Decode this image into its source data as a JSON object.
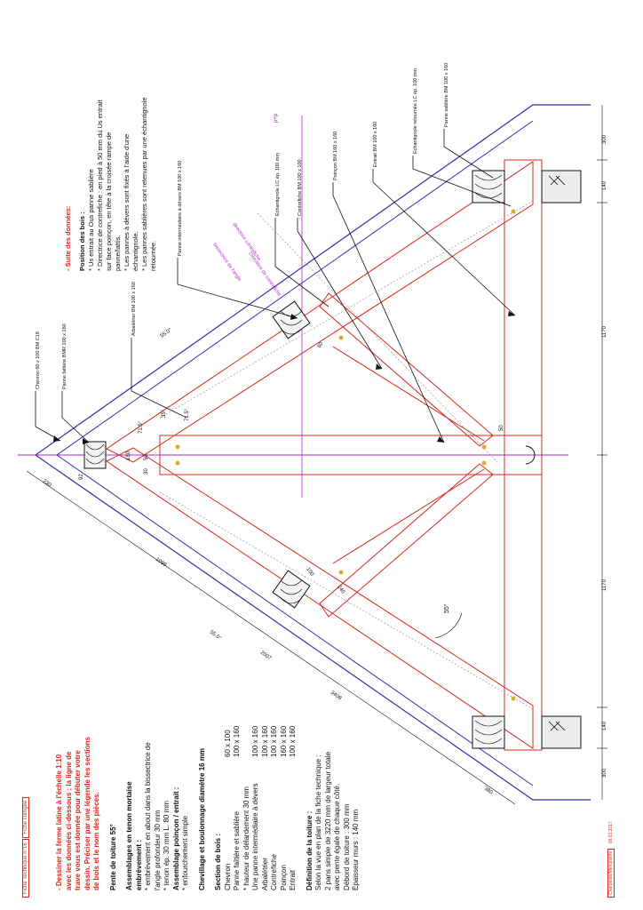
{
  "header": {
    "sheet_tag": "Fiche Technique n°16",
    "sheet_tag2": "Fiche corrigée",
    "footer_tag": "Charpente/Menuiserie",
    "footer_date": "09.03.2017"
  },
  "instructions": {
    "task_line1": "- Dessiner la ferme latine à l'échelle 1:10",
    "task_line2": "avec les données ci-dessous ; la ligne de",
    "task_line3": "trave vous est donnée pour débuter votre",
    "task_line4": "dessin. Préciser par une légende les sections",
    "task_line5": "de bois et le nom des pièces.",
    "slope_title": "Pente de toiture 55°",
    "assembly_title1": "Assemblages en tenon mortaise",
    "assembly_title2": "embrèvement :",
    "assembly_l1": "* embrèvement en about dans la bissectrice de",
    "assembly_l2": "l'angle profondeur 30 mm",
    "assembly_l3": "* tenon ép. 30 mm L. 80 mm",
    "assembly_title3": "Assemblage poinçon / entrait :",
    "assembly_l4": "* enfourchement simple",
    "pegging_title": "Chevillage et boulonnage diamètre 16 mm",
    "sections_title": "Section de bois :",
    "sections": [
      {
        "name": "Chevron",
        "size": "60 x 100"
      },
      {
        "name": "Panne faîtière et sablière",
        "size": "100 x 160"
      },
      {
        "name": "* hauteur de délardement 30 mm",
        "size": ""
      },
      {
        "name": "Une panne intermédiaire à dévers",
        "size": "100 x 160"
      },
      {
        "name": "Arbalétrier",
        "size": "100 x 160"
      },
      {
        "name": "Contrefiche",
        "size": "100 x 160"
      },
      {
        "name": "Poinçon",
        "size": "160 x 160"
      },
      {
        "name": "Entrait",
        "size": "100 x 160"
      }
    ],
    "roof_title": "Définition de la toiture :",
    "roof_l1": "Selon la vue en plan de la fiche technique :",
    "roof_l2": "2 pans simple de 3220 mm de largeur totale",
    "roof_l3": "avec pente égale de chaque côté.",
    "roof_l4": "Débord de toiture : 300 mm",
    "roof_l5": "Épaisseur murs : 140 mm"
  },
  "continuation": {
    "title": "- Suite des données:",
    "position_title": "Position des bois :",
    "p1": "* Us entrait au Ous panne sablière",
    "p2": "* Directrice de contrefiche : en pied à 50 mm du Us entrait",
    "p3": "sur face poinçon, en tête à la croisée rampe de",
    "p4": "panne/lattis.",
    "p5": "* Les pannes à dévers sont fixés à l'aide d'une",
    "p6": "échantignole.",
    "p7": "* Les pannes sablières sont retenues par une échantignole",
    "p8": "retournée."
  },
  "labels": {
    "chevron": "Chevron 60 x 100 BM C18",
    "panne_faitiere": "Panne faîtière BMR 100 x 160",
    "arbaletrier": "Arbalétrier BM 100 x 160",
    "panne_inter": "Panne intermédiaire à dévers BM 100 x 160",
    "echantignole": "Échantignole LC ép. 100 mm",
    "contrefiche": "Contrefiche BM 100 x 100",
    "poincon": "Poinçon BM 160 x 160",
    "entrait": "Entrait BM 100 x 160",
    "echantignole_ret": "Échantignole retournée LC ép. 100 mm",
    "panne_sabliere": "Panne sablière BM 100 x 160",
    "bissectrice": "bissectrice de l'angle",
    "directrice": "directrice contrefiche",
    "directrice2": "Directrice de contrefiche"
  },
  "dimensions": {
    "d300a": "300",
    "d140a": "140",
    "d1170a": "1170",
    "d1170b": "1170",
    "d140b": "140",
    "d300b": "300",
    "d230": "230",
    "d1098": "1098",
    "d2007": "2007",
    "d3408": "3408",
    "d380": "380",
    "d180": "180",
    "d30": "30",
    "d50": "50",
    "d50b": "50",
    "d92": "92",
    "d100": "100",
    "d240": "240",
    "d60": "60",
    "a55a": "55°",
    "a55b": "55.0°",
    "a55c": "55.0°",
    "a715": "71.5°",
    "a715b": "71.5°",
    "a35": "35°",
    "pp": "p+p"
  },
  "colors": {
    "outline": "#2e2fae",
    "timber": "#d8281c",
    "axis": "#b227c9",
    "construction": "#888888"
  }
}
